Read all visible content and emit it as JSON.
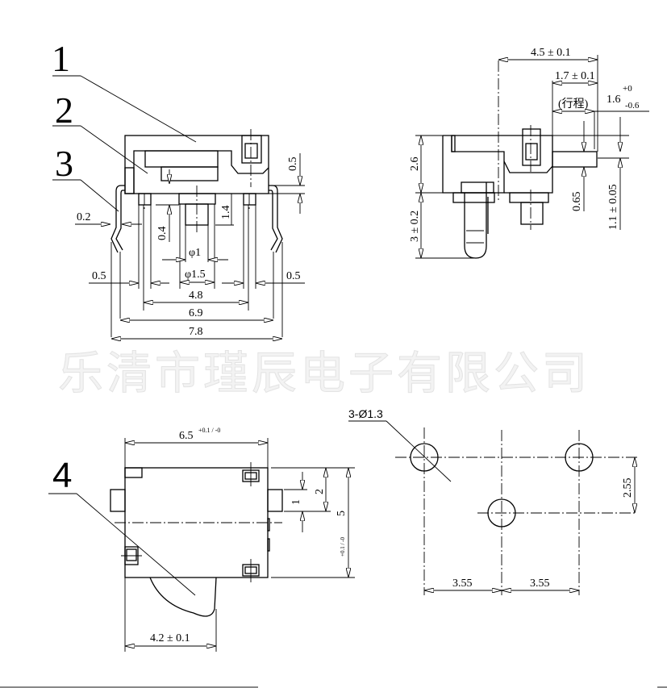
{
  "watermark": "乐清市瑾辰电子有限公司",
  "callouts": {
    "part1": "1",
    "part2": "2",
    "part3": "3",
    "part4": "4"
  },
  "front_view": {
    "dims": {
      "pin_thickness": "0.2",
      "pin_width": "0.4",
      "top_gap": "0.5",
      "stem_len": "1.4",
      "phi_inner": "φ1",
      "phi_outer": "φ1.5",
      "left_lead": "0.5",
      "right_lead": "0.5",
      "inner_span": "4.8",
      "mid_span": "6.9",
      "outer_span": "7.8"
    }
  },
  "side_view": {
    "dims": {
      "overall_len": "4.5 ± 0.1",
      "actuator_len": "1.7 ± 0.1",
      "stroke_label": "(行程)",
      "stroke_value": "1.6",
      "stroke_tol_upper": "+0",
      "stroke_tol_lower": "-0.6",
      "body_height": "2.6",
      "pin_len": "3 ± 0.2",
      "actuator_offset": "0.65",
      "actuator_dia": "1.1 ± 0.05"
    }
  },
  "bottom_view": {
    "dims": {
      "width": "6.5",
      "width_tol": "+0.1 / -0",
      "depth": "5",
      "depth_tol": "+0.1 / -0",
      "slot_w": "1",
      "slot_off": "2",
      "lever_len": "4.2 ± 0.1"
    }
  },
  "pcb_layout": {
    "hole_note": "3-Ø1.3",
    "spacing_left": "3.55",
    "spacing_right": "3.55",
    "vertical_offset": "2.55"
  }
}
